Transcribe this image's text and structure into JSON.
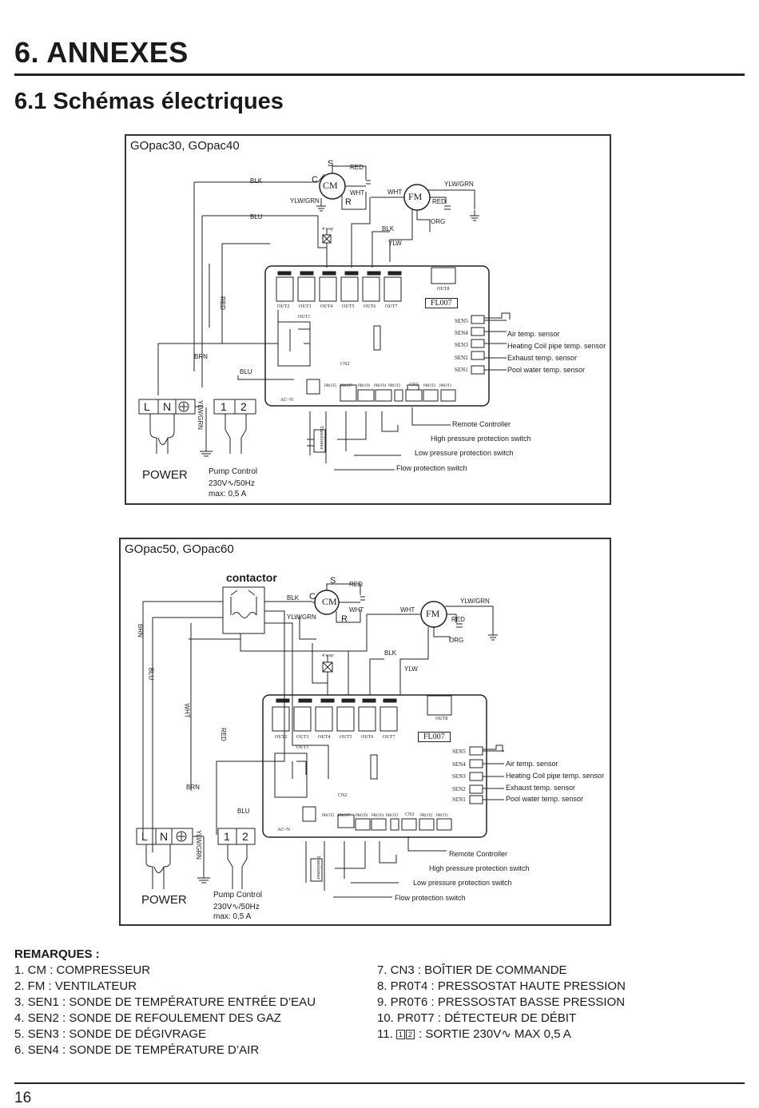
{
  "header": {
    "title": "6. ANNEXES",
    "subtitle": "6.1 Schémas électriques"
  },
  "diagram1": {
    "title": "GOpac30, GOpac40",
    "cm": "CM",
    "fm": "FM",
    "s": "S",
    "c": "C",
    "r": "R",
    "red": "RED",
    "blk": "BLK",
    "blu": "BLU",
    "wht": "WHT",
    "brn": "BRN",
    "ylwgrn": "YLW/GRN",
    "ylw": "YLW",
    "org": "ORG",
    "fourway": "4 way",
    "outs": [
      "OUT2",
      "OUT3",
      "OUT4",
      "OUT5",
      "OUT6",
      "OUT7"
    ],
    "out8": "OUT8",
    "out1": "OUT1",
    "fl007": "FL007",
    "cn2": "CN2",
    "cn3": "CN3",
    "acn": "AC~N",
    "prots": [
      "PROT5",
      "PROT7",
      "PROT6",
      "PROT4",
      "PROT3"
    ],
    "prot2": "PROT2",
    "prot1": "PROT1",
    "sens": [
      "SEN5",
      "SEN4",
      "SEN3",
      "SEN2",
      "SEN1"
    ],
    "sensors": [
      "Air temp. sensor",
      "Heating Coil pipe temp. sensor",
      "Exhaust temp. sensor",
      "Pool water temp. sensor"
    ],
    "remote": "Remote Controller",
    "hp": "High pressure protection switch",
    "lp": "Low pressure protection switch",
    "flow": "Flow protection switch",
    "transformer": "Transformer",
    "l": "L",
    "n": "N",
    "one": "1",
    "two": "2",
    "power": "POWER",
    "pump1": "Pump Control",
    "pump2": "230V∿/50Hz",
    "pump3": "max: 0,5 A"
  },
  "diagram2": {
    "title": "GOpac50, GOpac60",
    "contactor": "contactor"
  },
  "remarks": {
    "heading": "REMARQUES :",
    "left": [
      "1. CM : COMPRESSEUR",
      "2. FM : VENTILATEUR",
      "3. SEN1 : SONDE DE TEMPÉRATURE ENTRÉE D’EAU",
      "4. SEN2 : SONDE DE REFOULEMENT DES GAZ",
      "5. SEN3 : SONDE DE DÉGIVRAGE",
      "6. SEN4 : SONDE DE TEMPÉRATURE D’AIR"
    ],
    "right": [
      "7. CN3 : BOÎTIER DE COMMANDE",
      "8. PR0T4 : PRESSOSTAT HAUTE PRESSION",
      "9. PR0T6 : PRESSOSTAT BASSE PRESSION",
      "10. PR0T7 : DÉTECTEUR DE DÉBIT"
    ],
    "item11_prefix": "11.",
    "item11_box1": "1",
    "item11_box2": "2",
    "item11_suffix": ": SORTIE 230V∿ MAX 0,5 A"
  },
  "footer": {
    "page_number": "16"
  }
}
